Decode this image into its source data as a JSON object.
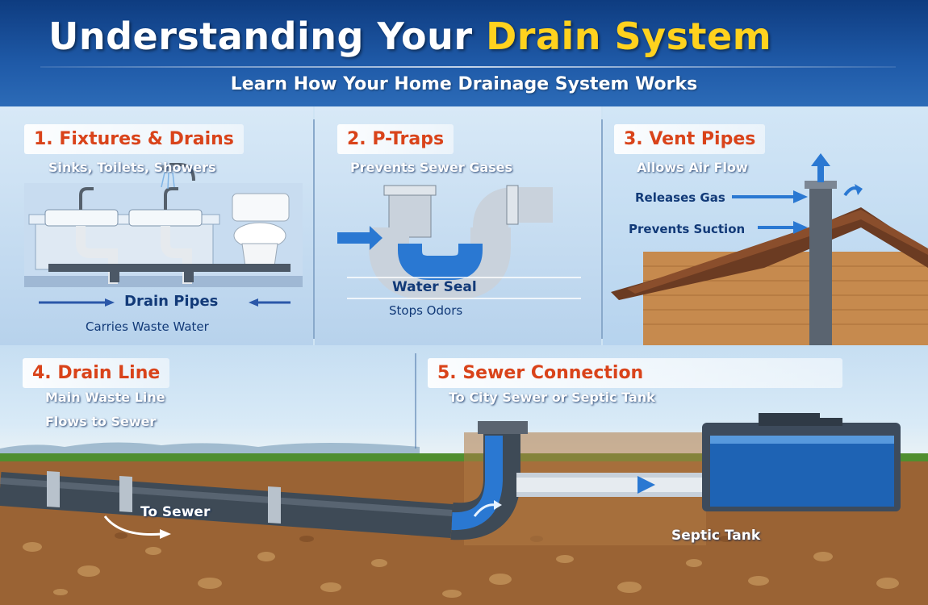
{
  "header": {
    "title_main": "Understanding Your",
    "title_accent": "Drain System",
    "subtitle": "Learn How Your Home Drainage System Works"
  },
  "panels": [
    {
      "title": "1. Fixtures & Drains",
      "caption": "Sinks, Toilets, Showers",
      "pipe_label": "Drain Pipes",
      "pipe_caption": "Carries Waste Water"
    },
    {
      "title": "2. P-Traps",
      "caption": "Prevents Sewer Gases",
      "seal_label": "Water Seal",
      "seal_caption": "Stops Odors"
    },
    {
      "title": "3. Vent Pipes",
      "caption": "Allows Air Flow",
      "label_gas": "Releases Gas",
      "label_suction": "Prevents Suction"
    },
    {
      "title": "4. Drain Line",
      "caption_1": "Main Waste Line",
      "caption_2": "Flows to Sewer",
      "flow_label": "To Sewer"
    },
    {
      "title": "5. Sewer Connection",
      "caption": "To City Sewer or Septic Tank",
      "tank_label": "Septic Tank"
    }
  ],
  "colors": {
    "header_blue": "#1f5aa8",
    "title_accent": "#ffd21e",
    "panel_title": "#d9431a",
    "pipe_gray": "#4c5866",
    "water_blue": "#2a78d2",
    "soil_brown": "#9a6334"
  }
}
